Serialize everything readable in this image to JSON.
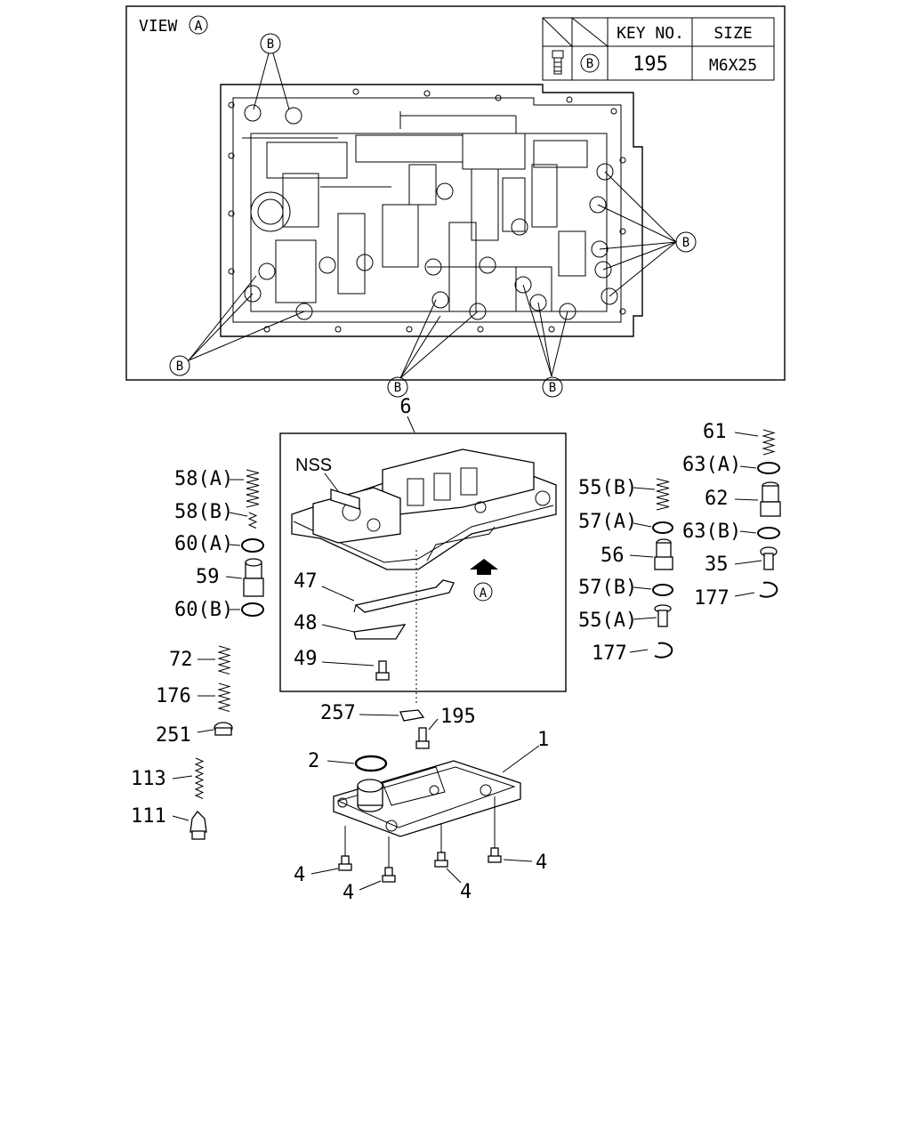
{
  "view": {
    "title": "VIEW",
    "title_mark": "A",
    "callout_letter": "B"
  },
  "key_table": {
    "col_key": "KEY NO.",
    "col_size": "SIZE",
    "row_letter": "B",
    "row_key": "195",
    "row_size": "M6X25"
  },
  "labels": {
    "p6": "6",
    "nss": "NSS",
    "p47": "47",
    "p48": "48",
    "p49": "49",
    "arrow_mark": "A",
    "p58a": "58(A)",
    "p58b": "58(B)",
    "p60a": "60(A)",
    "p59": "59",
    "p60b": "60(B)",
    "p72": "72",
    "p176": "176",
    "p251": "251",
    "p113": "113",
    "p111": "111",
    "p55b": "55(B)",
    "p57a": "57(A)",
    "p56": "56",
    "p57b": "57(B)",
    "p55a": "55(A)",
    "p177_left": "177",
    "p61": "61",
    "p63a": "63(A)",
    "p62": "62",
    "p63b": "63(B)",
    "p35": "35",
    "p177_right": "177",
    "p257": "257",
    "p195": "195",
    "p1": "1",
    "p2": "2",
    "p4_a": "4",
    "p4_b": "4",
    "p4_c": "4",
    "p4_d": "4"
  }
}
